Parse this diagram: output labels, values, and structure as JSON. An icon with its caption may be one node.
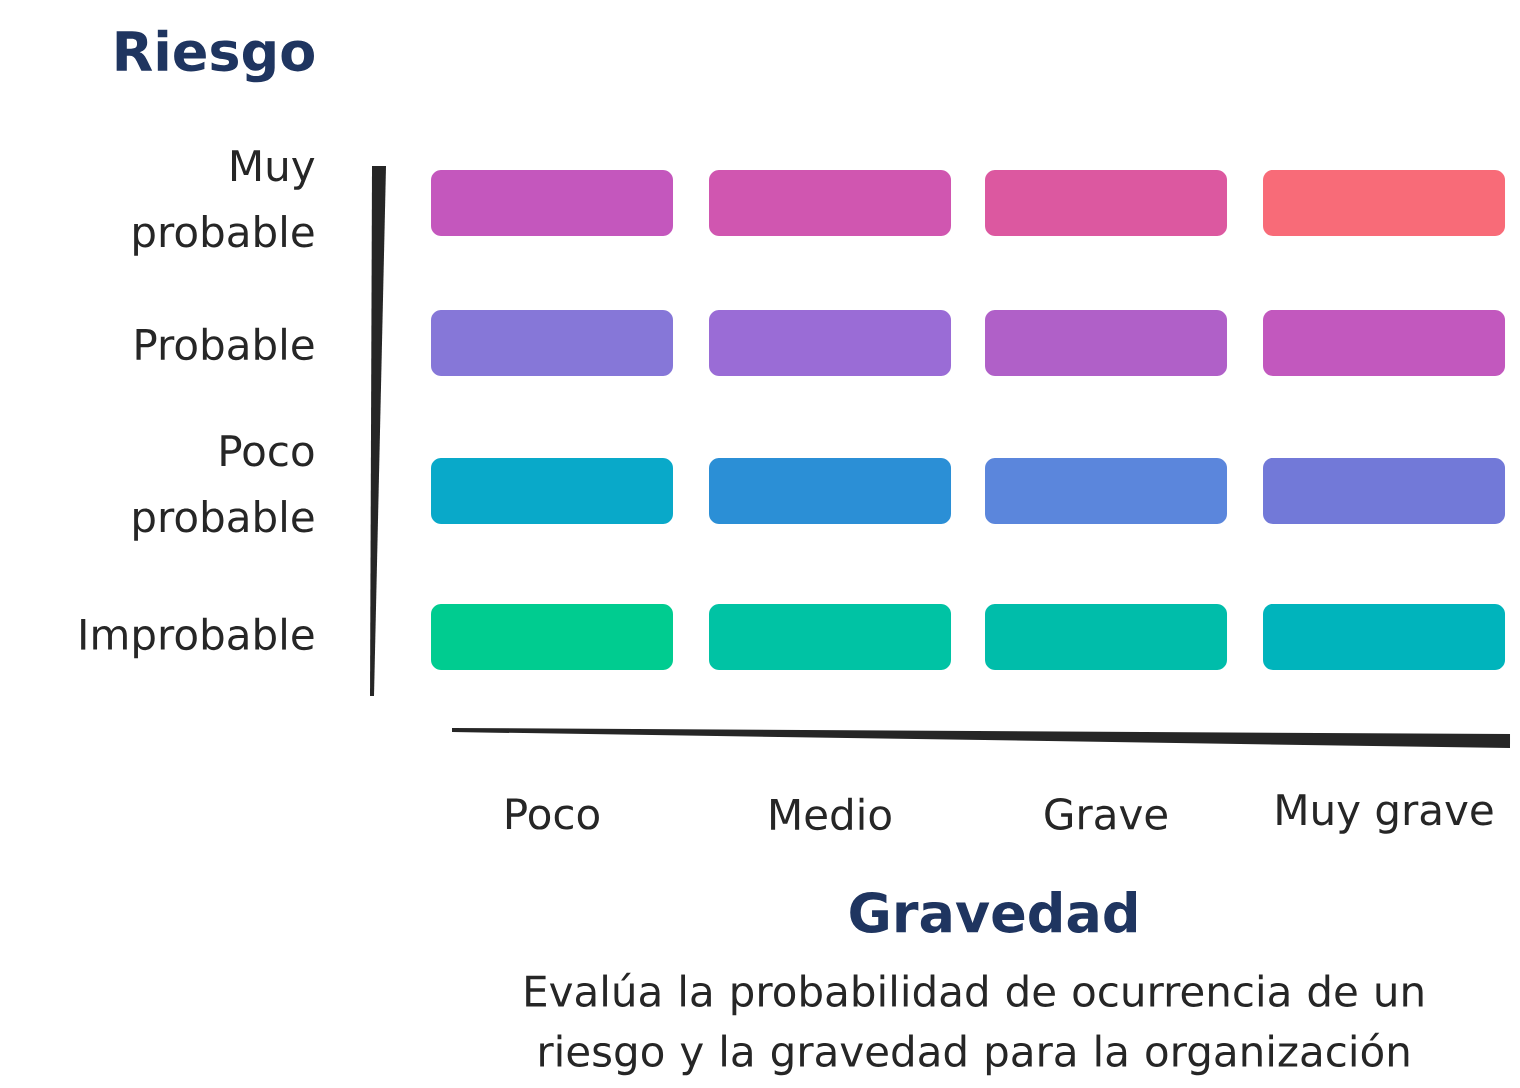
{
  "diagram": {
    "caption": "Evalúa la probabilidad de ocurrencia de un riesgo y la gravedad para la organización",
    "nodes": [
      {
        "text": [],
        "shape": "bar"
      },
      {
        "text": [],
        "shape": "bar"
      },
      {
        "text": [],
        "shape": "bar"
      },
      {
        "text": [],
        "shape": "bar"
      },
      {
        "text": [],
        "shape": "bar"
      },
      {
        "text": [],
        "shape": "bar"
      },
      {
        "text": [],
        "shape": "bar"
      },
      {
        "text": [],
        "shape": "bar"
      },
      {
        "text": [],
        "shape": "bar"
      },
      {
        "text": [],
        "shape": "bar"
      },
      {
        "text": [],
        "shape": "bar"
      },
      {
        "text": [],
        "shape": "bar"
      },
      {
        "text": [],
        "shape": "bar"
      },
      {
        "text": [],
        "shape": "bar"
      },
      {
        "text": [],
        "shape": "bar"
      },
      {
        "text": [],
        "shape": "bar"
      }
    ],
    "labels": [
      "Riesgo",
      "Muy probable",
      "Probable",
      "Poco probable",
      "Improbable",
      "Poco",
      "Medio",
      "Grave",
      "Muy grave",
      "Gravedad"
    ]
  }
}
